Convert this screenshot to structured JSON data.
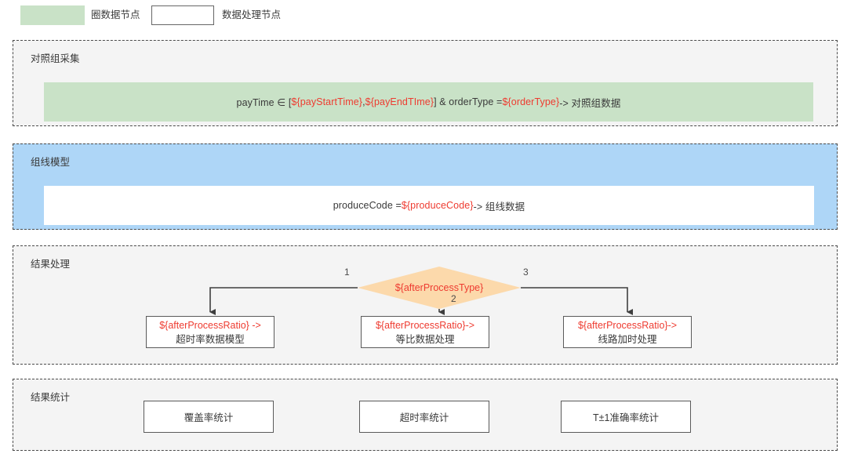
{
  "legend": {
    "items": [
      {
        "swatch": "green",
        "label": "圈数据节点"
      },
      {
        "swatch": "white",
        "label": "数据处理节点"
      }
    ]
  },
  "colors": {
    "green_node": "#c9e2c7",
    "blue_section": "#aed6f7",
    "gray_section": "#f4f4f4",
    "diamond": "#fcd9ab",
    "variable_text": "#ee3b30",
    "border": "#5a5a5a"
  },
  "sections": {
    "control_group": {
      "title": "对照组采集",
      "bar": {
        "segments": [
          {
            "text": "payTime ∈ [",
            "type": "plain"
          },
          {
            "text": "${payStartTime}",
            "type": "var"
          },
          {
            "text": " , ",
            "type": "plain"
          },
          {
            "text": "${payEndTIme}",
            "type": "var"
          },
          {
            "text": "] & orderType = ",
            "type": "plain"
          },
          {
            "text": "${orderType}",
            "type": "var"
          },
          {
            "text": " -> 对照组数据",
            "type": "plain"
          }
        ]
      }
    },
    "group_model": {
      "title": "组线模型",
      "bar": {
        "segments": [
          {
            "text": "produceCode = ",
            "type": "plain"
          },
          {
            "text": "${produceCode}",
            "type": "var"
          },
          {
            "text": " -> 组线数据",
            "type": "plain"
          }
        ]
      }
    },
    "result_process": {
      "title": "结果处理",
      "decision": "${afterProcessType}",
      "edge_labels": [
        "1",
        "2",
        "3"
      ],
      "boxes": [
        {
          "line1": "${afterProcessRatio} ->",
          "line2": "超时率数据模型"
        },
        {
          "line1": "${afterProcessRatio}->",
          "line2": "等比数据处理"
        },
        {
          "line1": "${afterProcessRatio}->",
          "line2": "线路加时处理"
        }
      ]
    },
    "result_stats": {
      "title": "结果统计",
      "boxes": [
        "覆盖率统计",
        "超时率统计",
        "T±1准确率统计"
      ]
    }
  }
}
